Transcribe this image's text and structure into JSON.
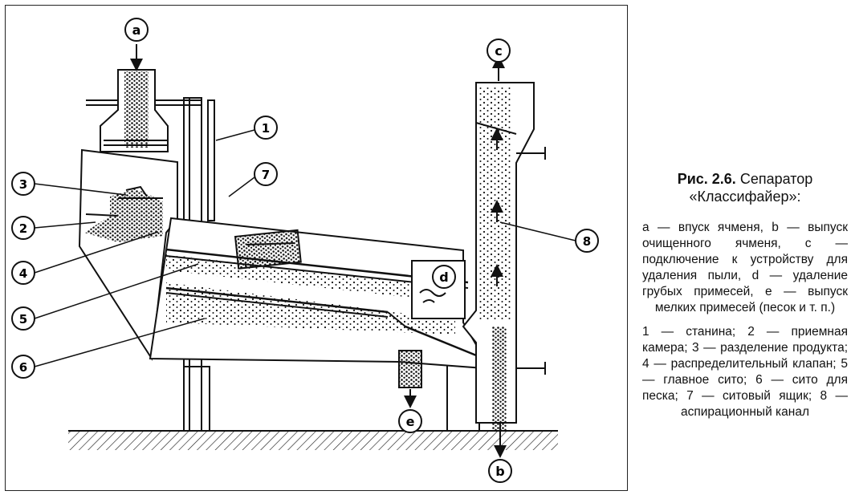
{
  "figure": {
    "markers": {
      "a": "a",
      "b": "b",
      "c": "c",
      "d": "d",
      "e": "e",
      "n1": "1",
      "n2": "2",
      "n3": "3",
      "n4": "4",
      "n5": "5",
      "n6": "6",
      "n7": "7",
      "n8": "8"
    }
  },
  "caption": {
    "figure_label": "Рис. 2.6.",
    "title_rest": " Сепаратор",
    "title_line2": "«Классифайер»:",
    "legend_letters": "a — впуск ячменя, b — выпуск очищенного ячменя, c — подключение к устройству для удаления пыли, d — удаление грубых примесей, e — выпуск мелких примесей (песок и т. п.)",
    "legend_numbers": "1 — станина; 2 — приемная камера; 3 — разделение продукта; 4 — распределительный клапан; 5 — главное сито; 6 — сито для песка; 7 — ситовый ящик; 8 — аспирационный канал"
  }
}
